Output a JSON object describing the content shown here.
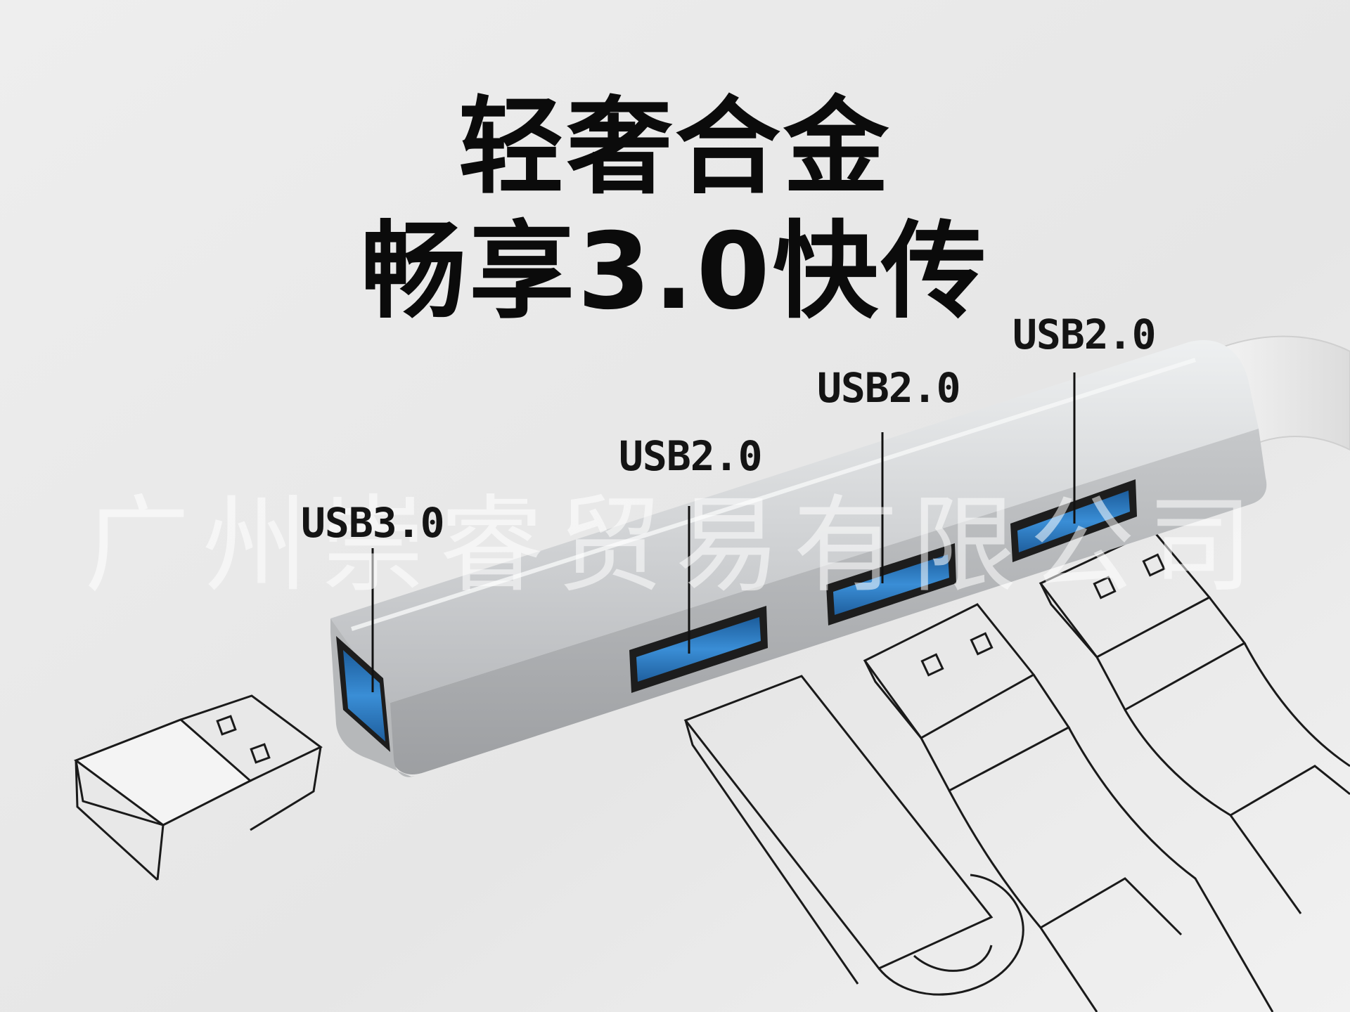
{
  "headline": {
    "line1": "轻奢合金",
    "line2": "畅享3.0快传"
  },
  "ports": [
    {
      "label": "USB3.0"
    },
    {
      "label": "USB2.0"
    },
    {
      "label": "USB2.0"
    },
    {
      "label": "USB2.0"
    }
  ],
  "watermark": "广州崇睿贸易有限公司",
  "colors": {
    "background": "#e9e9e9",
    "hub_aluminum": "#c9cbcd",
    "usb3_port_blue": "#2f7fc7",
    "text": "#0b0b0b"
  }
}
